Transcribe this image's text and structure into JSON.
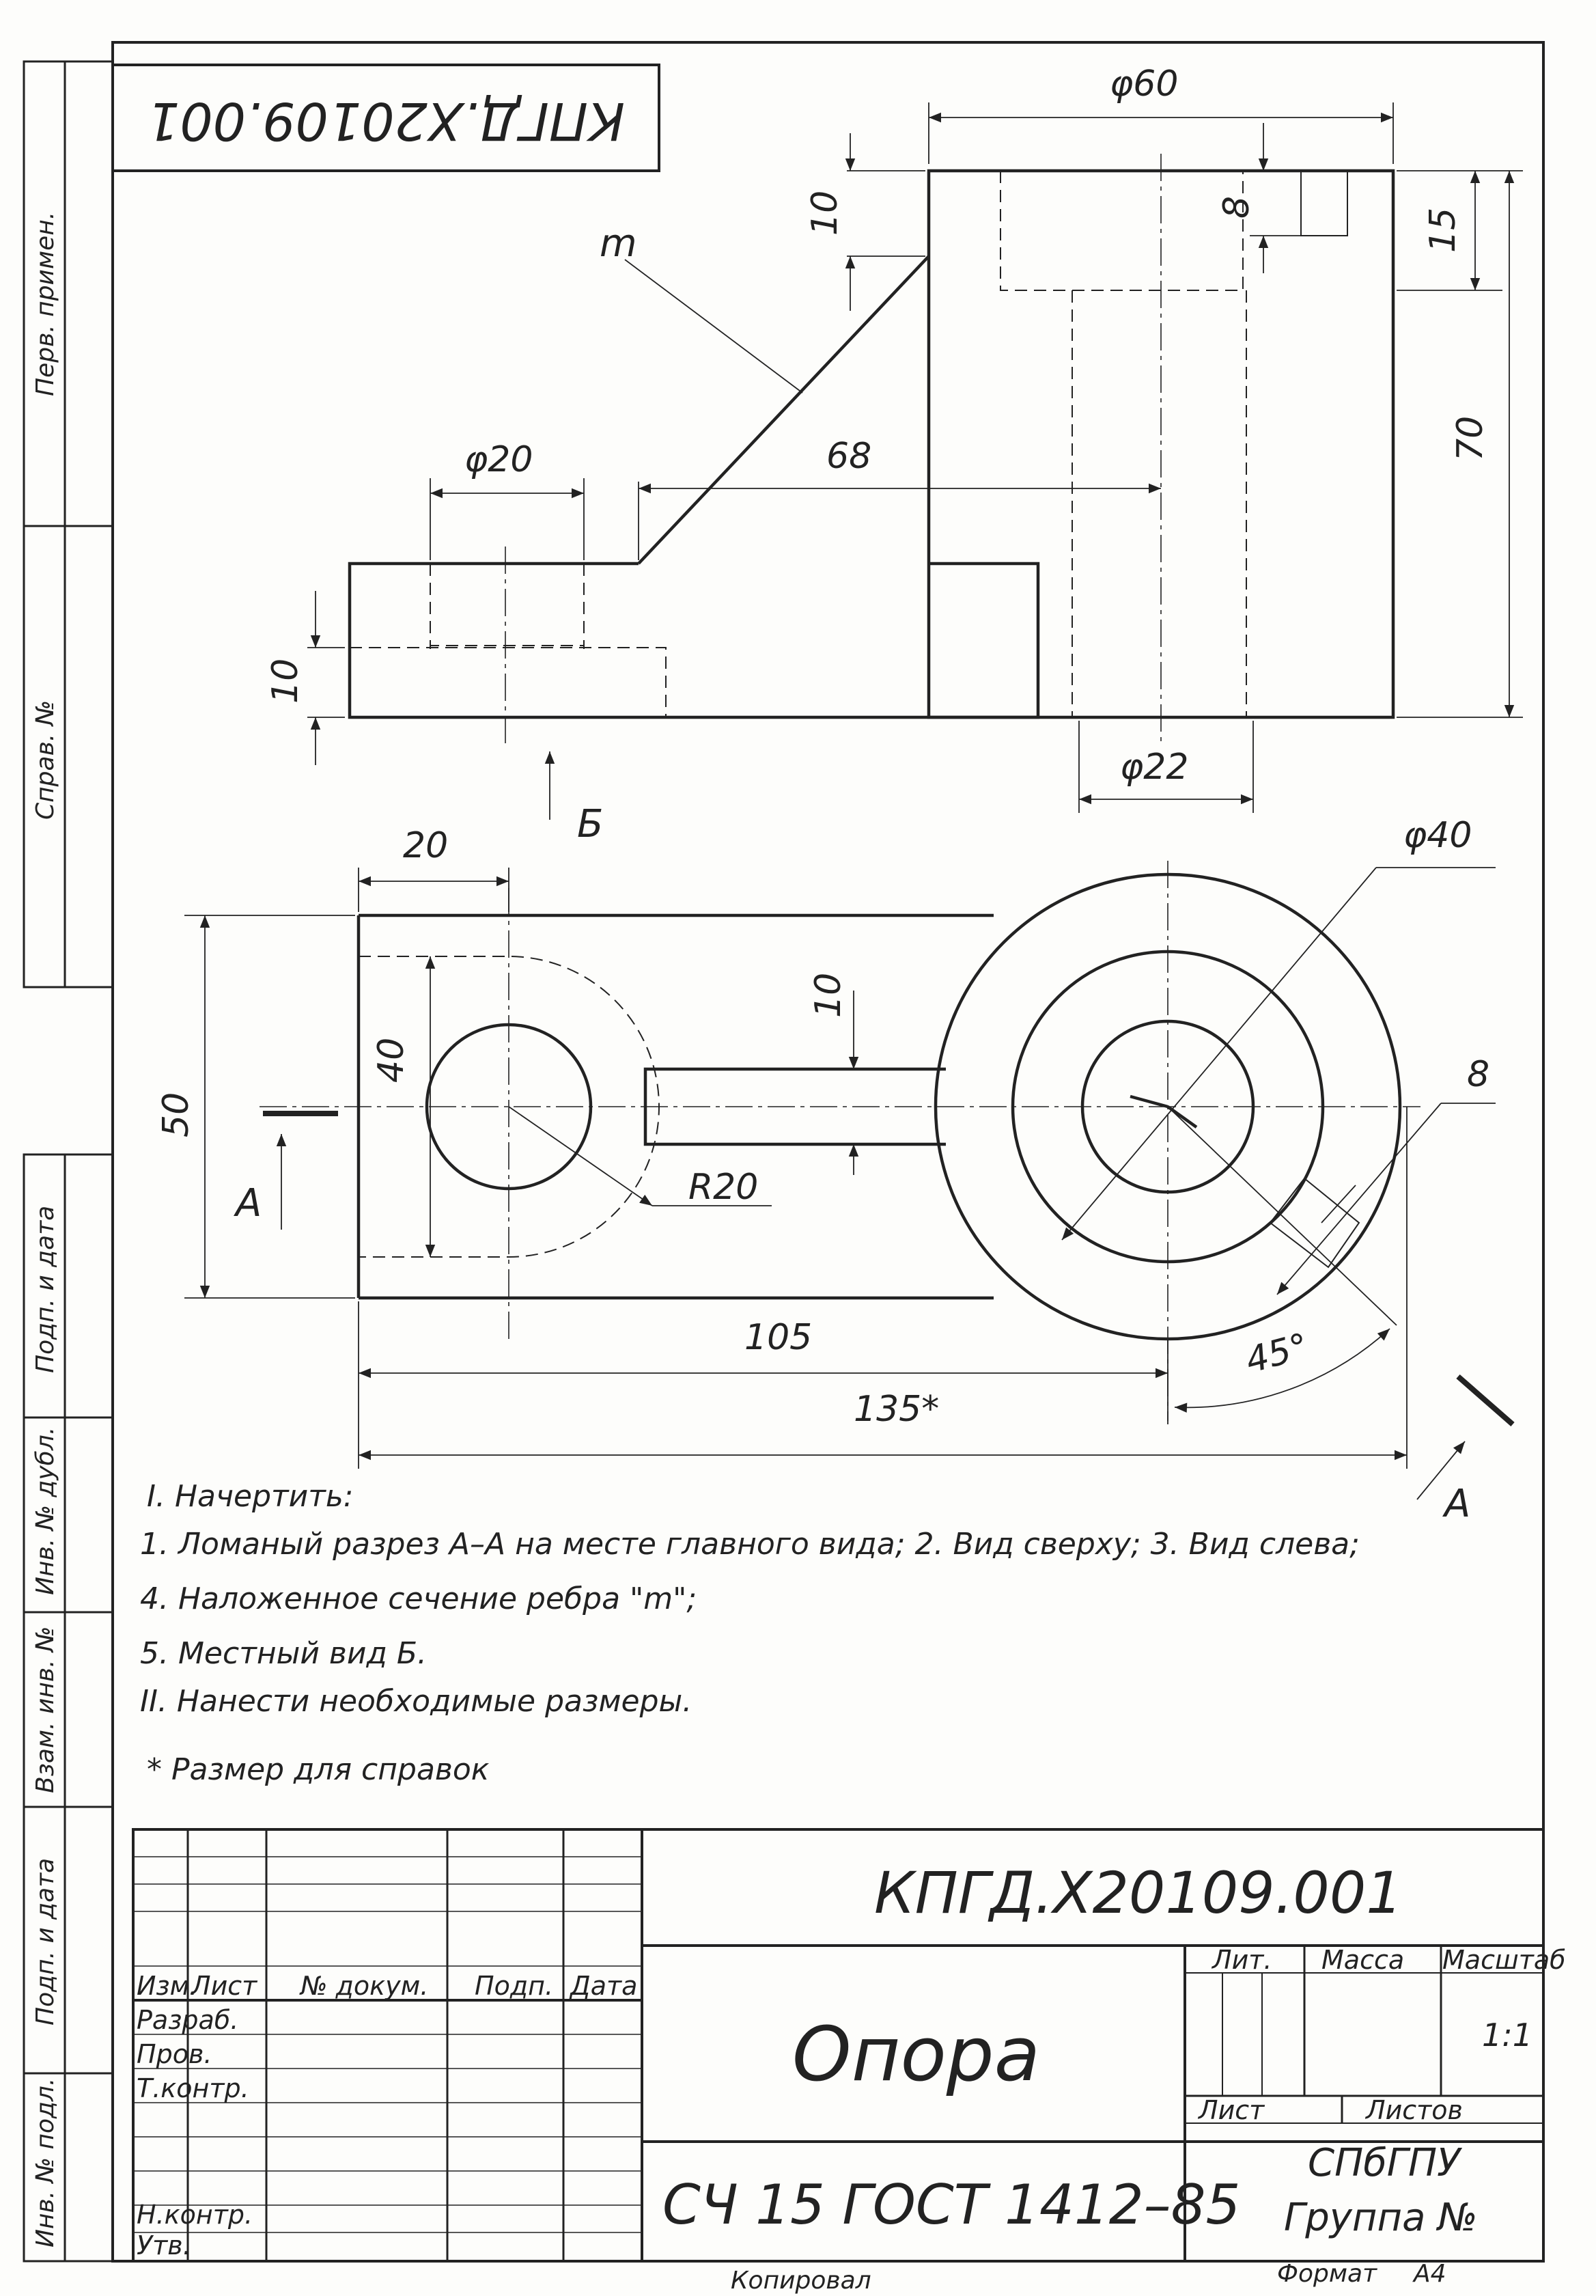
{
  "stamp_code_rotated": "КПГД.Х20109.001",
  "side_labels": {
    "perv_primen": "Перв. примен.",
    "sprav_no": "Справ. №",
    "podp_i_data_1": "Подп. и дата",
    "inv_no_dubl": "Инв. № дубл.",
    "vzam_inv_no": "Взам. инв. №",
    "podp_i_data_2": "Подп. и дата",
    "inv_no_podl": "Инв. № подл."
  },
  "dimensions": {
    "d60": "φ60",
    "d20": "φ20",
    "d22": "φ22",
    "d40": "φ40",
    "l10_top": "10",
    "l8_top": "8",
    "l15": "15",
    "l70": "70",
    "l68": "68",
    "l10_left": "10",
    "l20": "20",
    "l40": "40",
    "l50": "50",
    "l10_slot": "10",
    "r20": "R20",
    "l8_right": "8",
    "l105": "105",
    "l135": "135*",
    "angle45": "45°"
  },
  "labels": {
    "rib_m": "m",
    "view_b": "Б",
    "section_a_left": "А",
    "section_a_right": "А"
  },
  "notes": [
    "I. Начертить:",
    "1. Ломаный разрез А–А на месте главного вида;  2. Вид сверху;   3. Вид слева;",
    "4. Наложенное сечение ребра \"m\";",
    "5. Местный вид Б.",
    "II. Нанести необходимые размеры.",
    "* Размер для справок"
  ],
  "title_block": {
    "doc_code": "КПГД.Х20109.001",
    "part_name": "Опора",
    "material": "СЧ 15 ГОСТ 1412–85",
    "col_izm": "Изм.",
    "col_list": "Лист",
    "col_dokum": "№ докум.",
    "col_podp": "Подп.",
    "col_data": "Дата",
    "row_razrab": "Разраб.",
    "row_prov": "Пров.",
    "row_tkontr": "Т.контр.",
    "row_nkontr": "Н.контр.",
    "row_utv": "Утв.",
    "lit": "Лит.",
    "massa": "Масса",
    "masshtab": "Масштаб",
    "scale_value": "1:1",
    "list": "Лист",
    "listov": "Листов",
    "org": "СПбГПУ",
    "group": "Группа №"
  },
  "footer": {
    "kopiroval": "Копировал",
    "format_label": "Формат",
    "format_value": "А4"
  }
}
